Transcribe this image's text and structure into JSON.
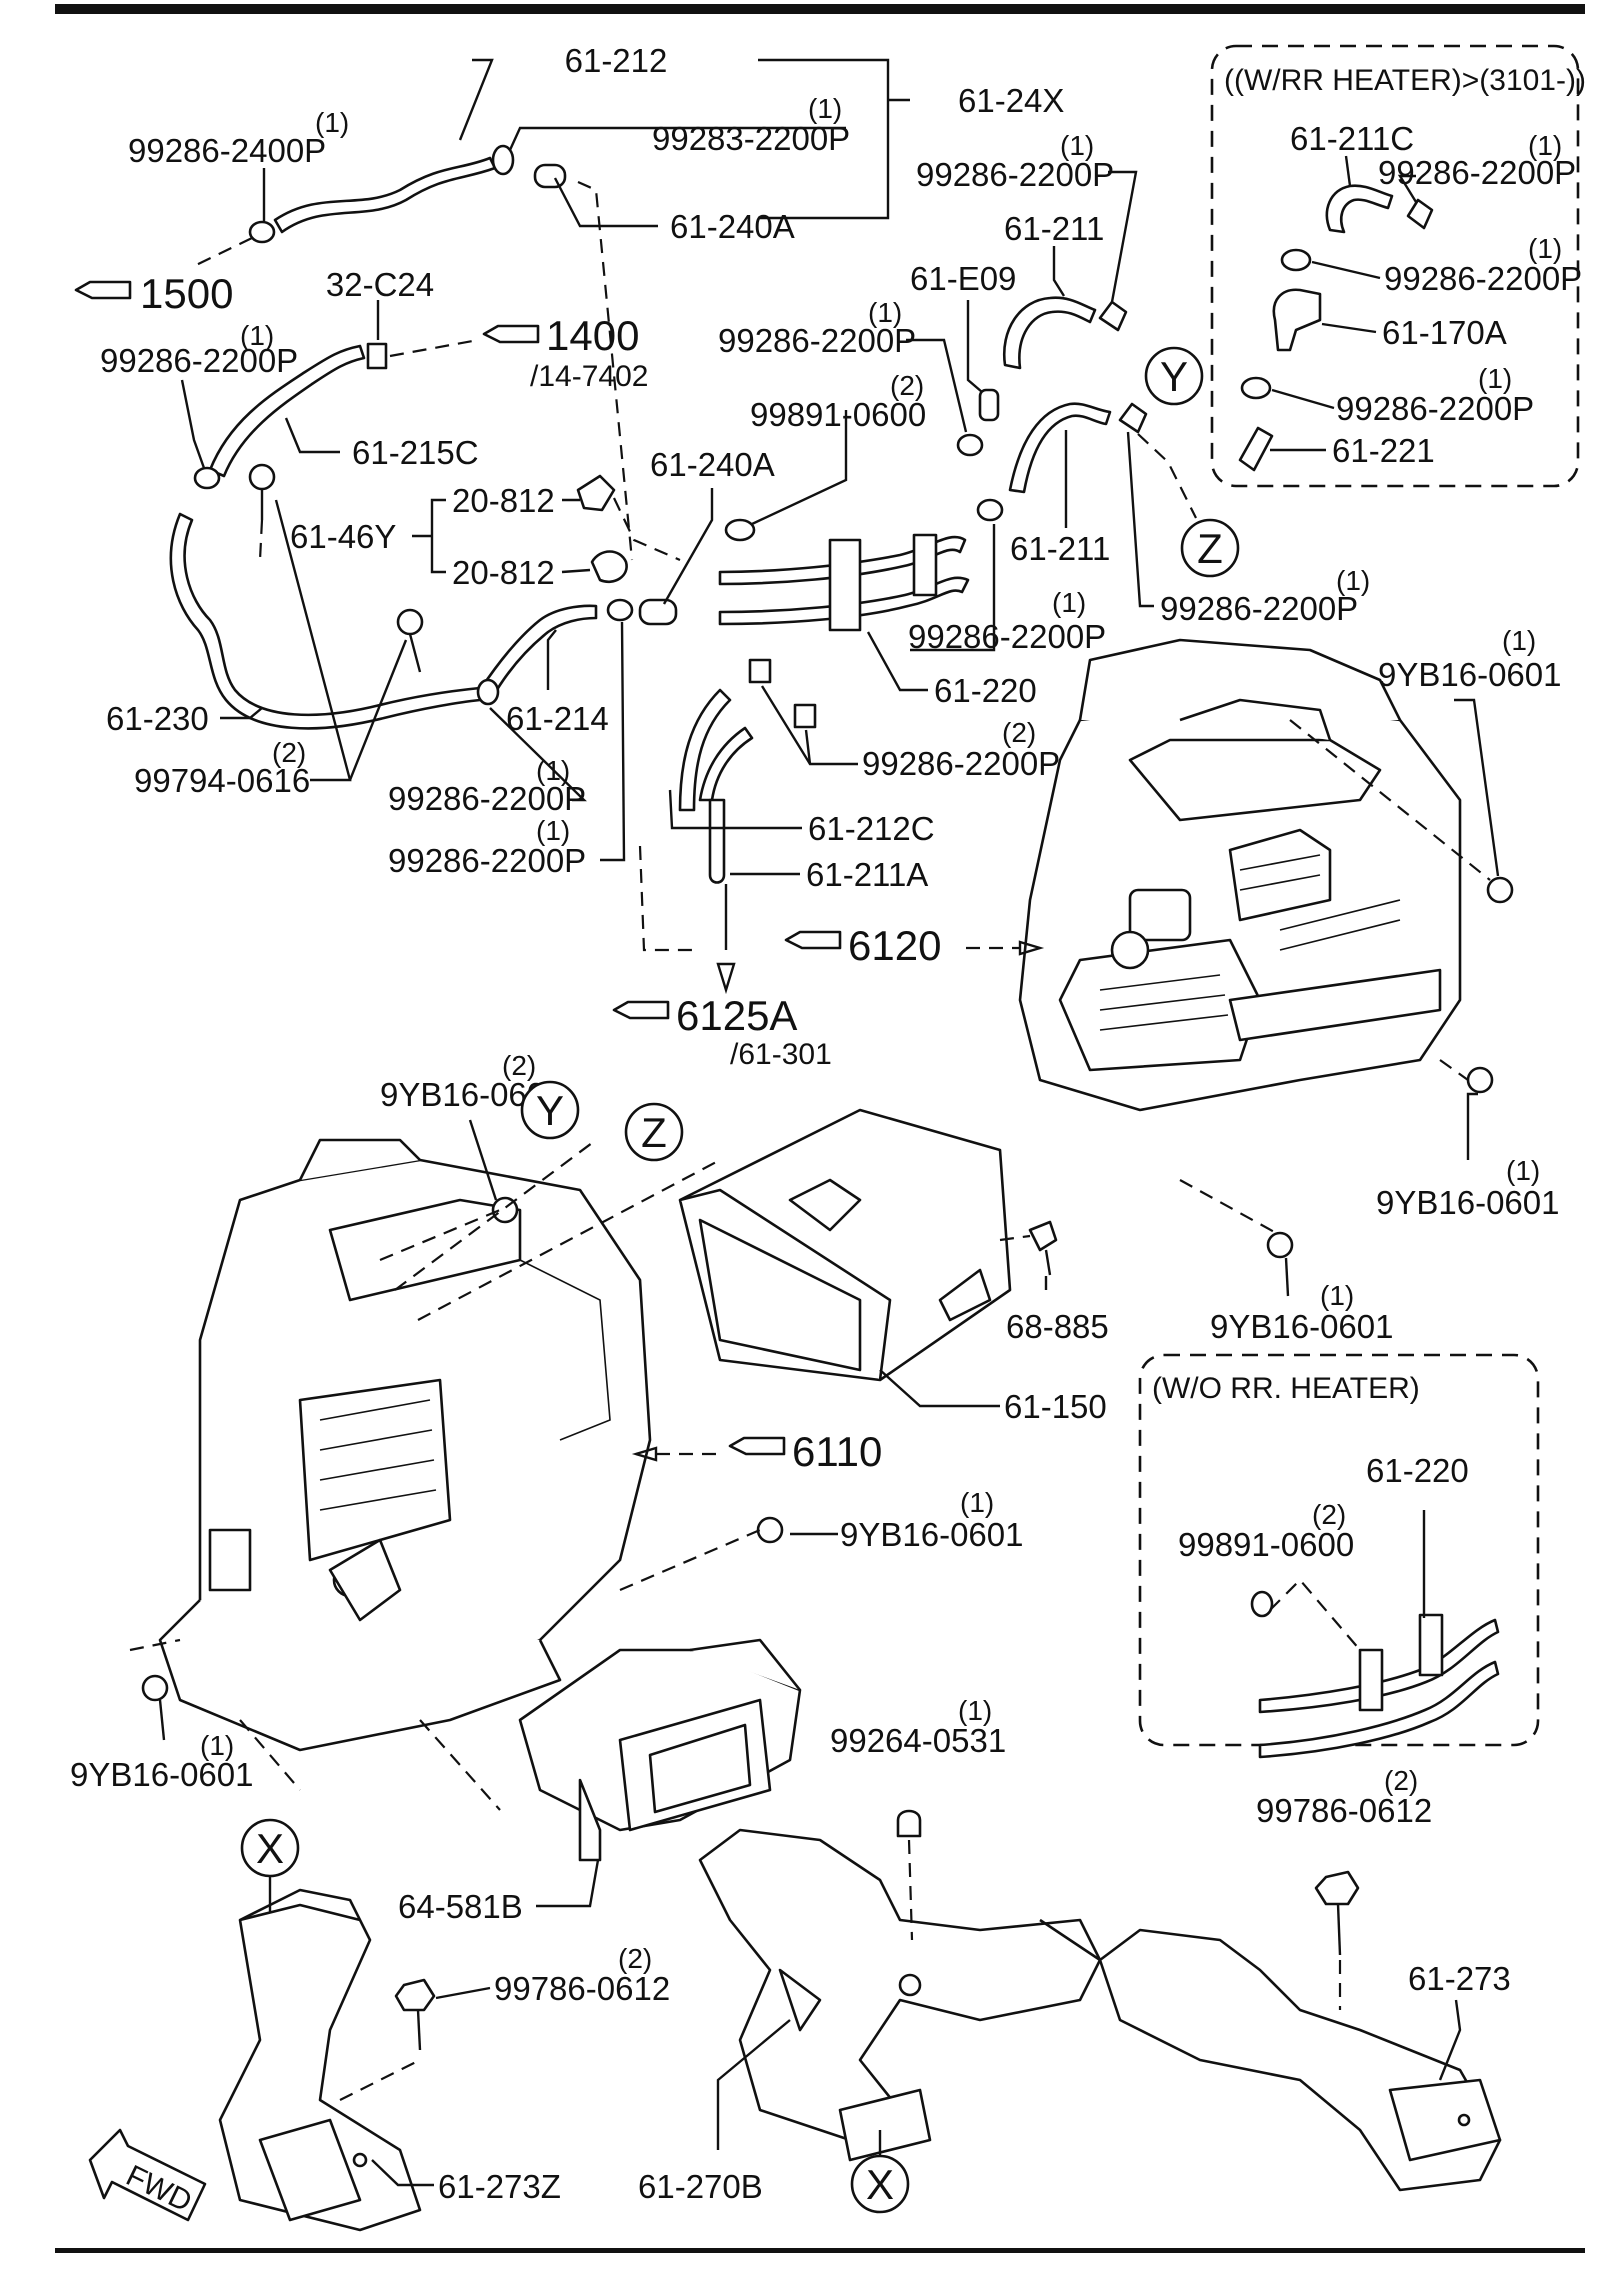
{
  "parts": {
    "p_61_212": "61-212",
    "p_61_24X": "61-24X",
    "p_99286_2400P": "99286-2400P",
    "p_99283_2200P": "99283-2200P",
    "p_61_240A_top": "61-240A",
    "p_32_C24": "32-C24",
    "p_99286_2200P_a": "99286-2200P",
    "p_61_215C": "61-215C",
    "p_61_46Y": "61-46Y",
    "p_20_812_a": "20-812",
    "p_20_812_b": "20-812",
    "p_61_230": "61-230",
    "p_99794_0616": "99794-0616",
    "p_61_214": "61-214",
    "p_99286_2200P_b": "99286-2200P",
    "p_99286_2200P_c": "99286-2200P",
    "p_61_240A_mid": "61-240A",
    "p_99891_0600": "99891-0600",
    "p_99286_2200P_d": "99286-2200P",
    "p_61_E09": "61-E09",
    "p_61_211_a": "61-211",
    "p_99286_2200P_e": "99286-2200P",
    "p_61_211_b": "61-211",
    "p_99286_2200P_f": "99286-2200P",
    "p_99286_2200P_g": "99286-2200P",
    "p_61_220": "61-220",
    "p_99286_2200P_h": "99286-2200P",
    "p_61_212C": "61-212C",
    "p_61_211A": "61-211A",
    "p_61_211C": "61-211C",
    "p_99286_2200P_i": "99286-2200P",
    "p_99286_2200P_j": "99286-2200P",
    "p_61_170A": "61-170A",
    "p_99286_2200P_k": "99286-2200P",
    "p_61_221": "61-221",
    "p_9YB16_0601_a": "9YB16-0601",
    "p_9YB16_0601_b": "9YB16-0601",
    "p_9YB16_0601_c": "9YB16-0601",
    "p_9YB16_0601_d": "9YB16-0601",
    "p_9YB16_0601_e": "9YB16-0601",
    "p_9YB16_0601_f": "9YB16-0601",
    "p_68_885": "68-885",
    "p_61_150": "61-150",
    "p_61_220_wo": "61-220",
    "p_99891_0600_wo": "99891-0600",
    "p_99264_0531": "99264-0531",
    "p_99786_0612_a": "99786-0612",
    "p_99786_0612_b": "99786-0612",
    "p_64_581B": "64-581B",
    "p_61_273": "61-273",
    "p_61_273Z": "61-273Z",
    "p_61_270B": "61-270B"
  },
  "qty": {
    "one": "(1)",
    "two": "(2)"
  },
  "refs": {
    "r1500": "1500",
    "r1400": "1400",
    "r1400_sub": "/14-7402",
    "r6120": "6120",
    "r6125A": "6125A",
    "r6125A_sub": "/61-301",
    "r6110": "6110"
  },
  "boxes": {
    "rr_heater": "((W/RR HEATER)>(3101-))",
    "wo_rr_heater": "(W/O RR. HEATER)"
  },
  "markers": {
    "X": "X",
    "Y": "Y",
    "Z": "Z"
  },
  "fwd": "FWD"
}
